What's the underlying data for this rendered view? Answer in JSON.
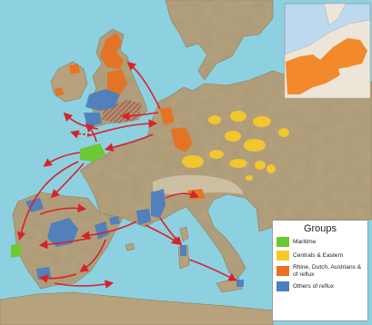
{
  "legend": {
    "title": "Groups",
    "items": [
      {
        "label": "Maritime",
        "color": "#6cc833"
      },
      {
        "label": "Centrals & Eastern",
        "color": "#f5c92a"
      },
      {
        "label": "Rhine, Dutch, Austrians & of reflux",
        "color": "#e8711f"
      },
      {
        "label": "Others of reflux",
        "color": "#4a7ec0"
      }
    ]
  },
  "colors": {
    "sea": "#8dd0e0",
    "land": "#b6a27c",
    "inset_sea": "#bcd9f0",
    "inset_land": "#ece5d8",
    "arrow": "#d8222a"
  }
}
